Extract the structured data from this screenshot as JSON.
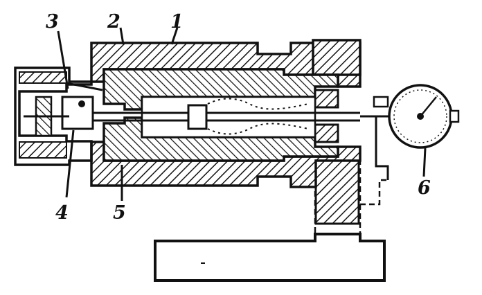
{
  "figure": {
    "ink_color": "#111111",
    "paper_color": "#ffffff",
    "callouts": [
      {
        "id": "part-3",
        "label": "3"
      },
      {
        "id": "part-2",
        "label": "2"
      },
      {
        "id": "part-1",
        "label": "1"
      },
      {
        "id": "part-4",
        "label": "4"
      },
      {
        "id": "part-5",
        "label": "5"
      },
      {
        "id": "part-6",
        "label": "6"
      }
    ]
  }
}
